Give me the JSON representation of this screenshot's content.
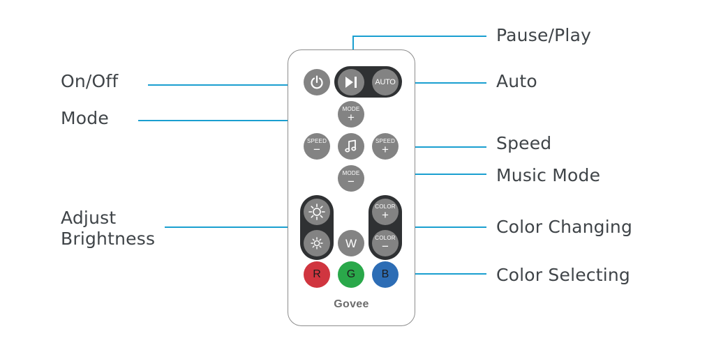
{
  "labels": {
    "on_off": "On/Off",
    "mode": "Mode",
    "adjust_brightness_1": "Adjust",
    "adjust_brightness_2": "Brightness",
    "pause_play": "Pause/Play",
    "auto": "Auto",
    "speed": "Speed",
    "music_mode": "Music Mode",
    "color_changing": "Color Changing",
    "color_selecting": "Color Selecting"
  },
  "remote": {
    "brand": "Govee",
    "auto_button": "AUTO",
    "mode_plus": {
      "text": "MODE",
      "sign": "+"
    },
    "mode_minus": {
      "text": "MODE",
      "sign": "−"
    },
    "speed_minus": {
      "text": "SPEED",
      "sign": "−"
    },
    "speed_plus": {
      "text": "SPEED",
      "sign": "+"
    },
    "color_plus": {
      "text": "COLOR",
      "sign": "+"
    },
    "color_minus": {
      "text": "COLOR",
      "sign": "−"
    },
    "white_button": "W",
    "red_button": "R",
    "green_button": "G",
    "blue_button": "B"
  },
  "colors": {
    "leader_line": "#1a9fd0",
    "button_gray": "#838383",
    "pill_dark": "#2f3133",
    "red": "#d0353f",
    "green": "#2aa84a",
    "blue": "#2d6db5"
  },
  "icons": {
    "power": "power-icon",
    "play_pause": "play-pause-icon",
    "music": "music-note-icon",
    "brightness_up": "sun-large-icon",
    "brightness_down": "sun-small-icon"
  }
}
